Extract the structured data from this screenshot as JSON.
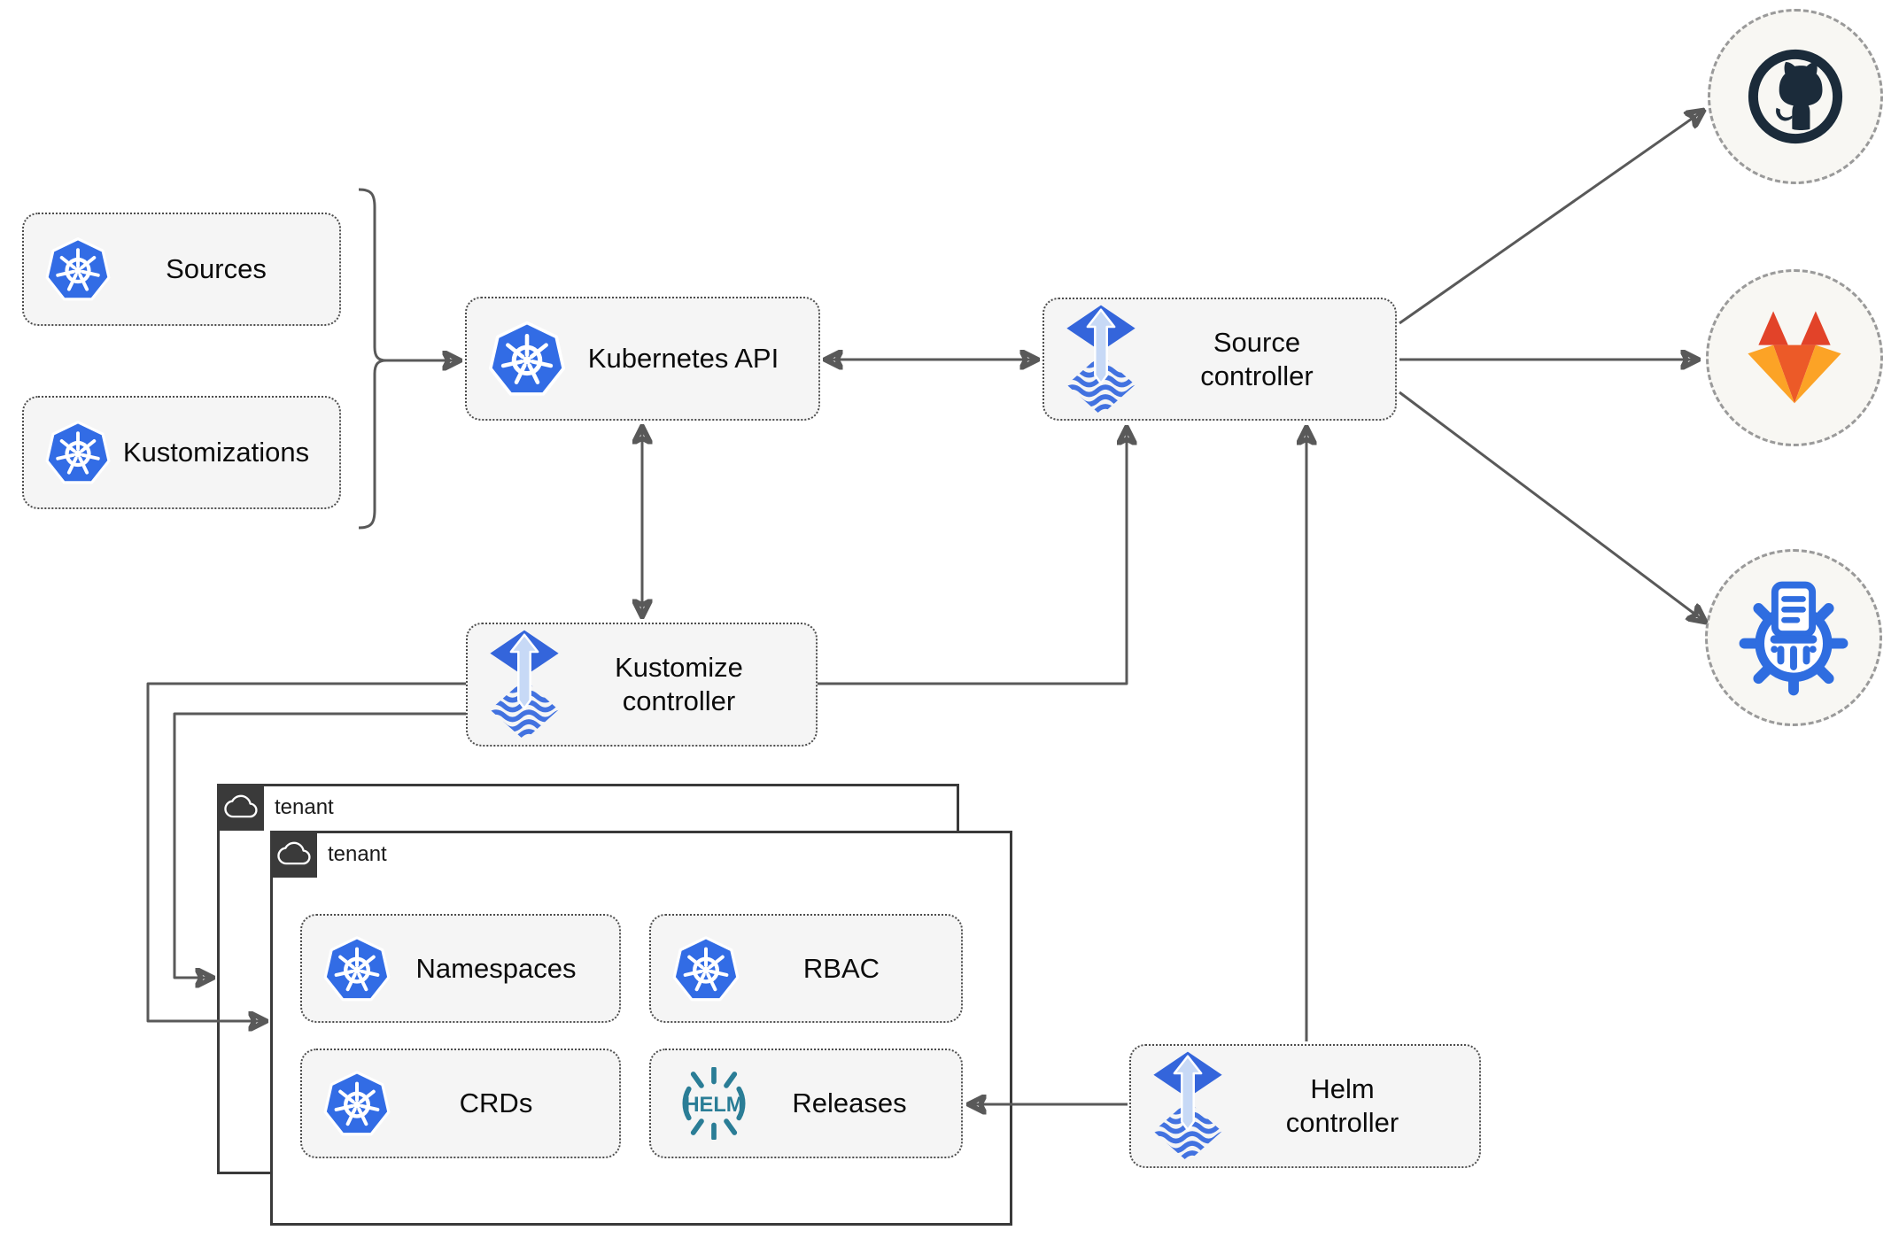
{
  "nodes": {
    "sources": {
      "label": "Sources",
      "icon": "kubernetes-icon"
    },
    "kustomizations": {
      "label": "Kustomizations",
      "icon": "kubernetes-icon"
    },
    "kubernetes_api": {
      "label": "Kubernetes API",
      "icon": "kubernetes-icon"
    },
    "source_controller": {
      "label": "Source controller",
      "icon": "flux-icon"
    },
    "kustomize_controller": {
      "label": "Kustomize controller",
      "icon": "flux-icon"
    },
    "helm_controller": {
      "label": "Helm controller",
      "icon": "flux-icon"
    },
    "namespaces": {
      "label": "Namespaces",
      "icon": "kubernetes-icon"
    },
    "rbac": {
      "label": "RBAC",
      "icon": "kubernetes-icon"
    },
    "crds": {
      "label": "CRDs",
      "icon": "kubernetes-icon"
    },
    "releases": {
      "label": "Releases",
      "icon": "helm-icon"
    }
  },
  "tenants": {
    "outer": {
      "label": "tenant",
      "icon": "cloud-icon"
    },
    "inner": {
      "label": "tenant",
      "icon": "cloud-icon"
    }
  },
  "endpoints": {
    "github": {
      "icon": "github-icon"
    },
    "gitlab": {
      "icon": "gitlab-icon"
    },
    "helm_repository": {
      "icon": "helm-repository-icon"
    }
  },
  "icons": {
    "helm_wordmark": "HELM"
  },
  "colors": {
    "kubernetes_blue": "#326ce5",
    "flux_blue": "#3465db",
    "flux_arrow_light": "#c7d9f6",
    "helm_teal": "#2a7d96",
    "github_dark": "#1b2b3a",
    "gitlab_dark_orange": "#e24329",
    "gitlab_mid_orange": "#ec5a28",
    "gitlab_light_orange": "#fca326",
    "helm_repo_blue": "#2f6de0",
    "connector_gray": "#595959",
    "node_fill": "#f5f5f5",
    "endpoint_fill": "#f8f7f3",
    "tenant_tab": "#3a3a3a"
  }
}
